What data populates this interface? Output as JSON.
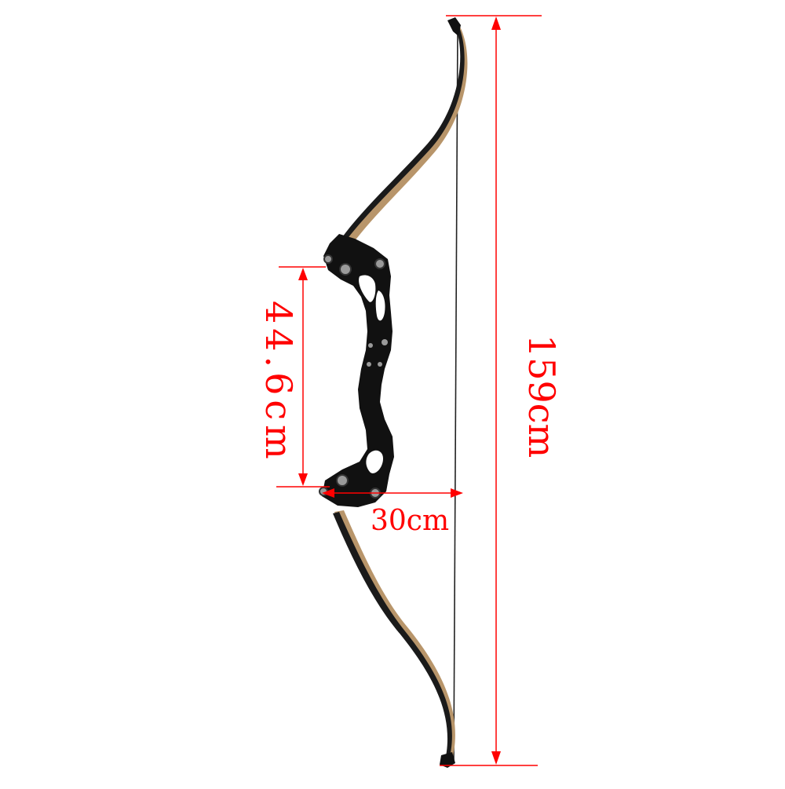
{
  "colors": {
    "dimension": "#ff0000",
    "riser": "#111111",
    "limb_face": "#1a1a1a",
    "limb_wood": "#b8956a",
    "string": "#222222",
    "hardware": "#9a9a9a"
  },
  "dimensions": {
    "total_length": "159cm",
    "riser_length": "44.6cm",
    "brace_height": "30cm"
  }
}
